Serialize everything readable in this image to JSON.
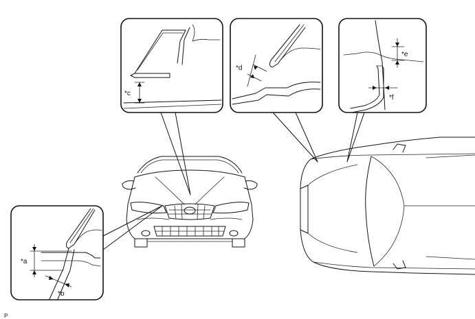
{
  "diagram": {
    "corner_code": "P",
    "callouts": {
      "a": "*a",
      "b": "*b",
      "c": "*c",
      "d": "*d",
      "e": "*e",
      "f": "*f"
    }
  }
}
